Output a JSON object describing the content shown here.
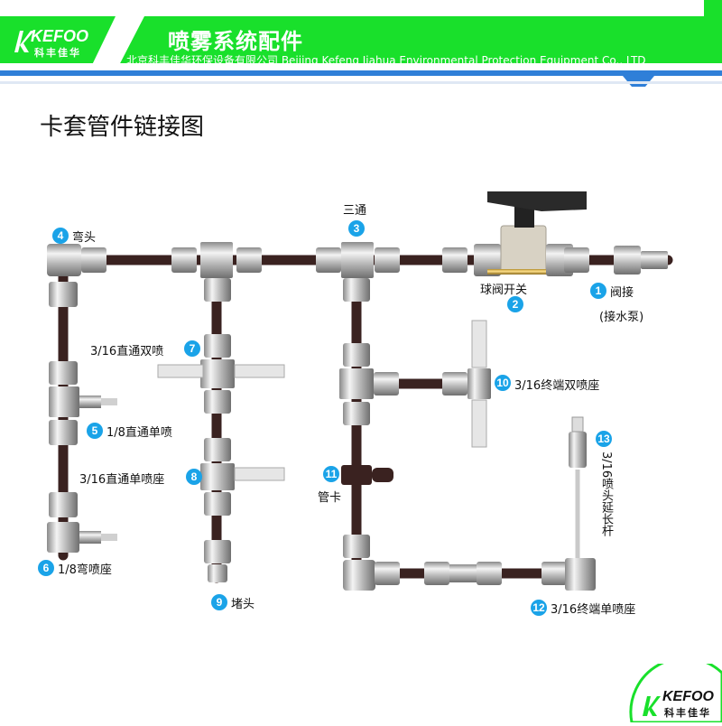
{
  "header": {
    "brand": "KEFOO",
    "brand_cn": "科丰佳华",
    "title": "喷雾系统配件",
    "subtitle": "北京科丰佳华环保设备有限公司 Beijing Kefeng Jiahua Environmental Protection Equipment Co., LTD",
    "colors": {
      "green": "#19e02b",
      "blue": "#2f7fd8"
    }
  },
  "page_title": "卡套管件链接图",
  "labels": {
    "n1": "1",
    "t1": "阀接",
    "t1b": "(接水泵)",
    "n2": "2",
    "t2": "球阀开关",
    "n3": "3",
    "t3": "三通",
    "n4": "4",
    "t4": "弯头",
    "n5": "5",
    "t5": "1/8直通单喷",
    "n6": "6",
    "t6": "1/8弯喷座",
    "n7": "7",
    "t7": "3/16直通双喷",
    "n8": "8",
    "t8": "3/16直通单喷座",
    "n9": "9",
    "t9": "堵头",
    "n10": "10",
    "t10": "3/16终端双喷座",
    "n11": "11",
    "t11": "管卡",
    "n12": "12",
    "t12": "3/16终端单喷座",
    "n13": "13",
    "t13": "3/16喷头延长杆"
  },
  "footer": {
    "brand": "KEFOO",
    "brand_cn": "科丰佳华"
  }
}
